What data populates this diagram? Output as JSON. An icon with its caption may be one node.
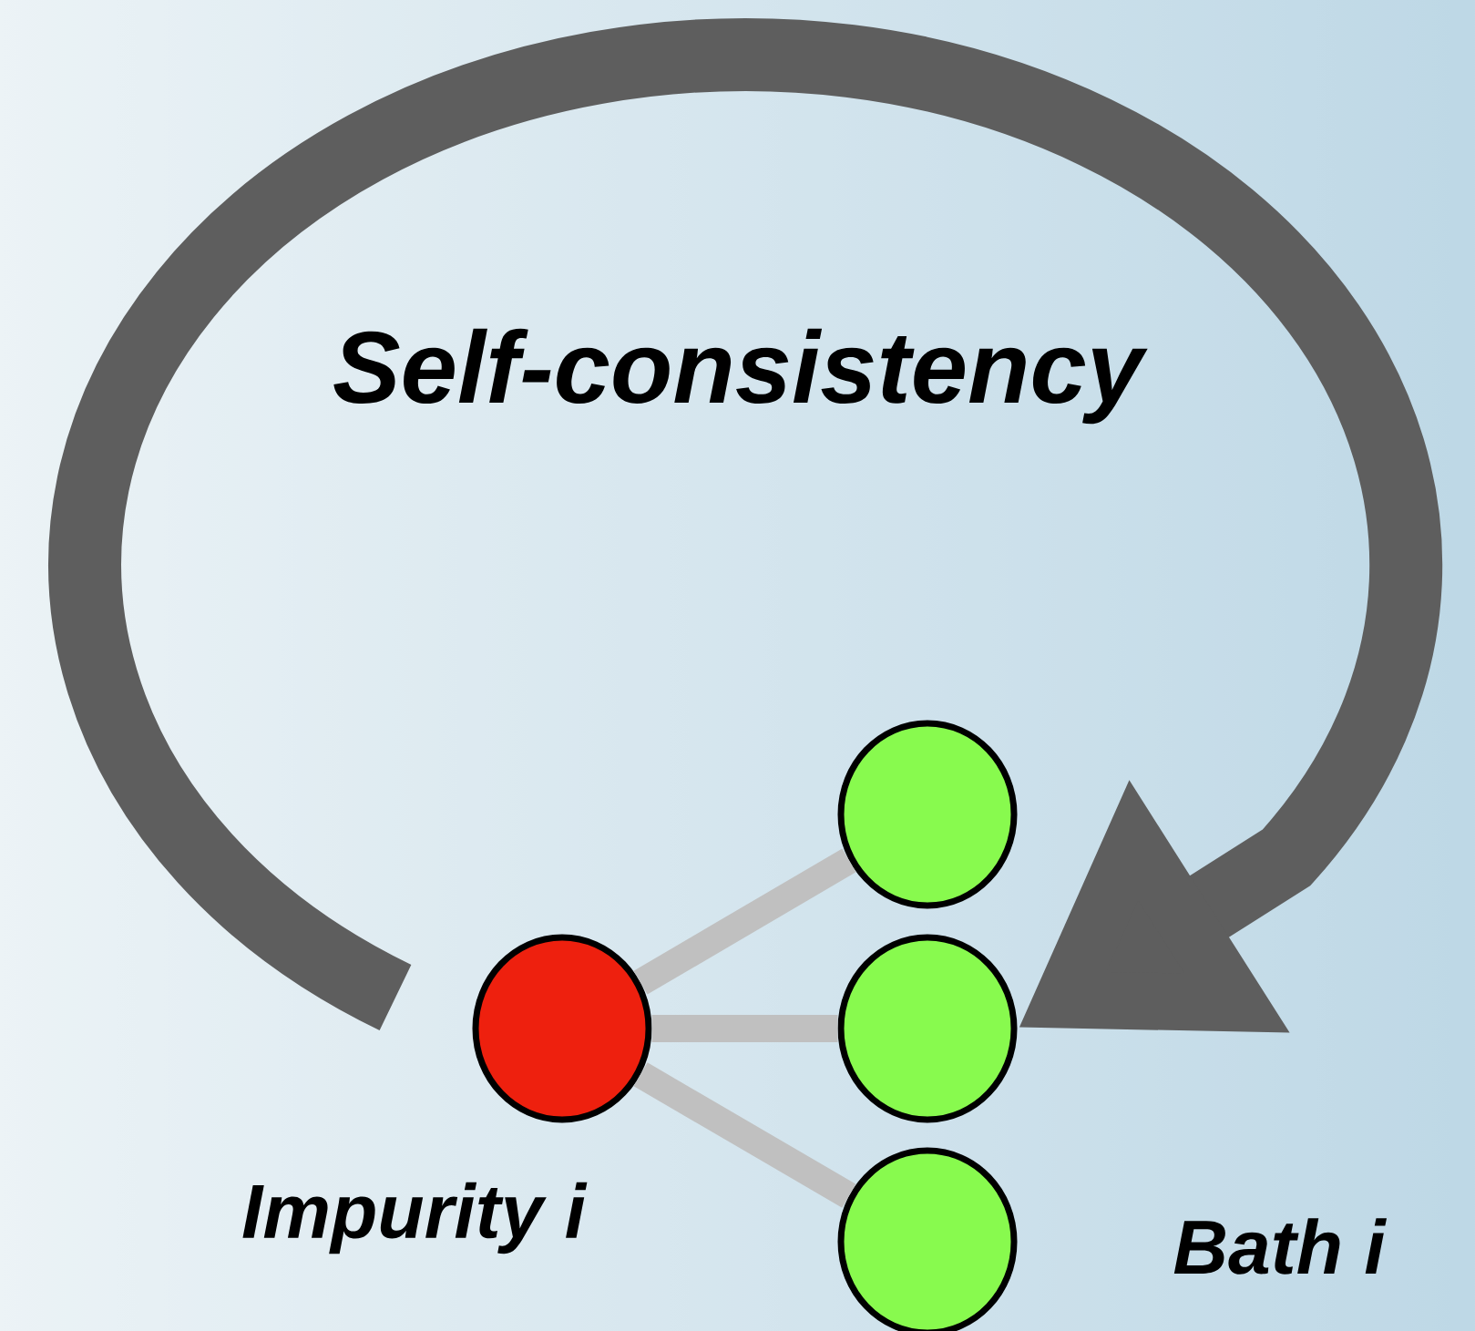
{
  "diagram": {
    "nodes": [
      {
        "text": [],
        "shape": "circle",
        "beside": [
          "Impurity *i*"
        ]
      },
      {
        "text": [],
        "shape": "circle"
      },
      {
        "text": [],
        "shape": "circle"
      },
      {
        "text": [],
        "shape": "circle"
      }
    ],
    "edges": [
      {
        "from": 0,
        "to": 1,
        "arrow": "none"
      },
      {
        "from": 0,
        "to": 2,
        "arrow": "none"
      },
      {
        "from": 0,
        "to": 3,
        "arrow": "none"
      },
      {
        "from": 0,
        "to": 2,
        "arrow": "to",
        "style": "thick",
        "color": "#5e5e5e"
      }
    ],
    "labels": [
      "Self-consistency",
      "Bath *i*"
    ]
  }
}
